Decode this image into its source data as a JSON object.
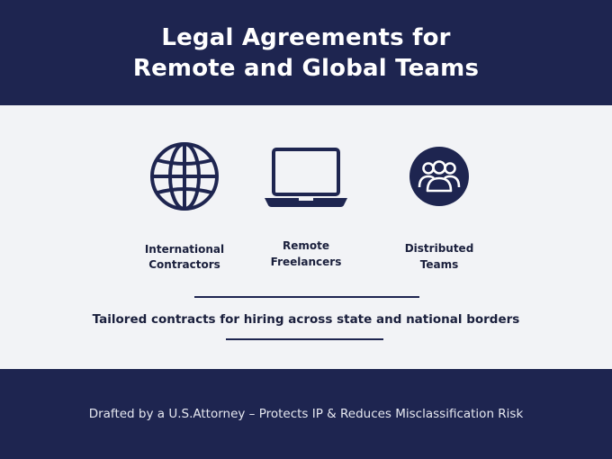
{
  "header": {
    "title_line1": "Legal Agreements for",
    "title_line2": "Remote and Global Teams"
  },
  "features": [
    {
      "icon": "globe-icon",
      "line1": "International",
      "line2": "Contractors"
    },
    {
      "icon": "laptop-icon",
      "line1": "Remote",
      "line2": "Freelancers"
    },
    {
      "icon": "team-icon",
      "line1": "Distributed",
      "line2": "Teams"
    }
  ],
  "tagline": "Tailored contracts for hiring across state and national borders",
  "footer": {
    "text": "Drafted by a U.S.Attorney – Protects IP & Reduces Misclassification Risk"
  },
  "colors": {
    "navy": "#1e2550",
    "light_band": "#f2f3f6",
    "text_dark": "#1a1f3c"
  }
}
